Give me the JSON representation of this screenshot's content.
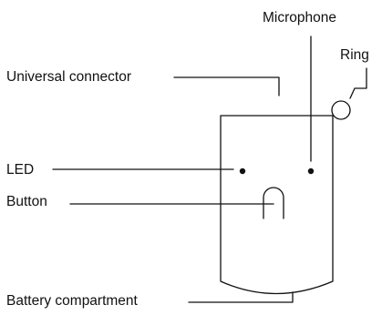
{
  "labels": {
    "microphone": "Microphone",
    "ring": "Ring",
    "universal_connector": "Universal connector",
    "led": "LED",
    "button": "Button",
    "battery_compartment": "Battery compartment"
  },
  "colors": {
    "stroke": "#111111",
    "background": "#ffffff"
  }
}
